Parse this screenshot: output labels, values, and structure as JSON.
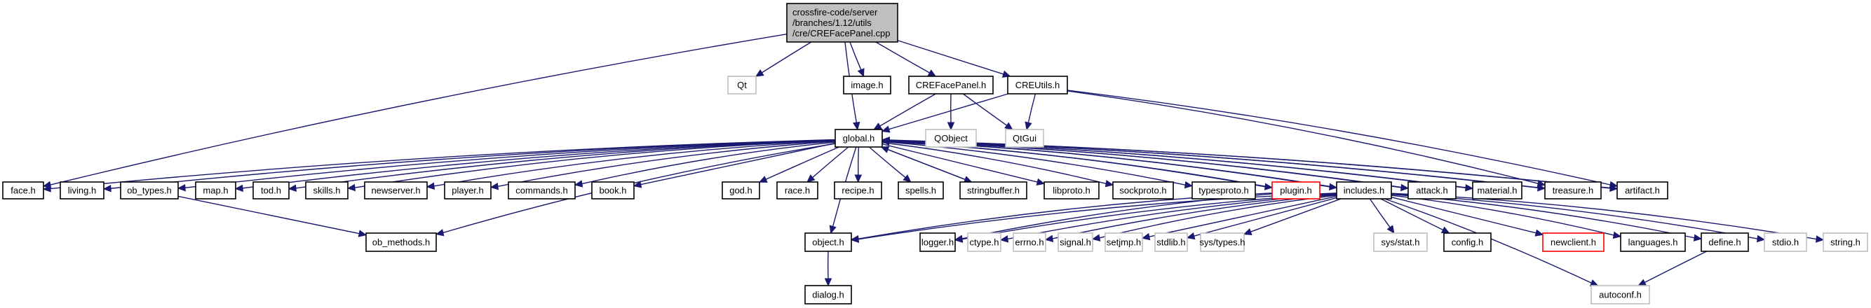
{
  "graph": {
    "title": "crossfire-code/server/branches/1.12/utils/cre/CREFacePanel.cpp include dependency graph",
    "edge_color": "#191970",
    "nodes": [
      {
        "id": "root",
        "label": [
          "crossfire-code/server",
          "/branches/1.12/utils",
          "/cre/CREFacePanel.cpp"
        ],
        "kind": "root"
      },
      {
        "id": "Qt",
        "label": [
          "Qt"
        ],
        "kind": "external"
      },
      {
        "id": "image.h",
        "label": [
          "image.h"
        ],
        "kind": "normal"
      },
      {
        "id": "CREFacePanel.h",
        "label": [
          "CREFacePanel.h"
        ],
        "kind": "normal"
      },
      {
        "id": "CREUtils.h",
        "label": [
          "CREUtils.h"
        ],
        "kind": "normal"
      },
      {
        "id": "global.h",
        "label": [
          "global.h"
        ],
        "kind": "normal"
      },
      {
        "id": "QObject",
        "label": [
          "QObject"
        ],
        "kind": "external"
      },
      {
        "id": "QtGui",
        "label": [
          "QtGui"
        ],
        "kind": "external"
      },
      {
        "id": "face.h",
        "label": [
          "face.h"
        ],
        "kind": "normal"
      },
      {
        "id": "living.h",
        "label": [
          "living.h"
        ],
        "kind": "normal"
      },
      {
        "id": "ob_types.h",
        "label": [
          "ob_types.h"
        ],
        "kind": "normal"
      },
      {
        "id": "map.h",
        "label": [
          "map.h"
        ],
        "kind": "normal"
      },
      {
        "id": "tod.h",
        "label": [
          "tod.h"
        ],
        "kind": "normal"
      },
      {
        "id": "skills.h",
        "label": [
          "skills.h"
        ],
        "kind": "normal"
      },
      {
        "id": "newserver.h",
        "label": [
          "newserver.h"
        ],
        "kind": "normal"
      },
      {
        "id": "player.h",
        "label": [
          "player.h"
        ],
        "kind": "normal"
      },
      {
        "id": "commands.h",
        "label": [
          "commands.h"
        ],
        "kind": "normal"
      },
      {
        "id": "book.h",
        "label": [
          "book.h"
        ],
        "kind": "normal"
      },
      {
        "id": "god.h",
        "label": [
          "god.h"
        ],
        "kind": "normal"
      },
      {
        "id": "race.h",
        "label": [
          "race.h"
        ],
        "kind": "normal"
      },
      {
        "id": "recipe.h",
        "label": [
          "recipe.h"
        ],
        "kind": "normal"
      },
      {
        "id": "spells.h",
        "label": [
          "spells.h"
        ],
        "kind": "normal"
      },
      {
        "id": "stringbuffer.h",
        "label": [
          "stringbuffer.h"
        ],
        "kind": "normal"
      },
      {
        "id": "libproto.h",
        "label": [
          "libproto.h"
        ],
        "kind": "normal"
      },
      {
        "id": "sockproto.h",
        "label": [
          "sockproto.h"
        ],
        "kind": "normal"
      },
      {
        "id": "typesproto.h",
        "label": [
          "typesproto.h"
        ],
        "kind": "normal"
      },
      {
        "id": "plugin.h",
        "label": [
          "plugin.h"
        ],
        "kind": "missing"
      },
      {
        "id": "includes.h",
        "label": [
          "includes.h"
        ],
        "kind": "normal"
      },
      {
        "id": "attack.h",
        "label": [
          "attack.h"
        ],
        "kind": "normal"
      },
      {
        "id": "material.h",
        "label": [
          "material.h"
        ],
        "kind": "normal"
      },
      {
        "id": "treasure.h",
        "label": [
          "treasure.h"
        ],
        "kind": "normal"
      },
      {
        "id": "artifact.h",
        "label": [
          "artifact.h"
        ],
        "kind": "normal"
      },
      {
        "id": "ob_methods.h",
        "label": [
          "ob_methods.h"
        ],
        "kind": "normal"
      },
      {
        "id": "object.h",
        "label": [
          "object.h"
        ],
        "kind": "normal"
      },
      {
        "id": "logger.h",
        "label": [
          "logger.h"
        ],
        "kind": "normal"
      },
      {
        "id": "ctype.h",
        "label": [
          "ctype.h"
        ],
        "kind": "external"
      },
      {
        "id": "errno.h",
        "label": [
          "errno.h"
        ],
        "kind": "external"
      },
      {
        "id": "signal.h",
        "label": [
          "signal.h"
        ],
        "kind": "external"
      },
      {
        "id": "setjmp.h",
        "label": [
          "setjmp.h"
        ],
        "kind": "external"
      },
      {
        "id": "stdlib.h",
        "label": [
          "stdlib.h"
        ],
        "kind": "external"
      },
      {
        "id": "sys/types.h",
        "label": [
          "sys/types.h"
        ],
        "kind": "external"
      },
      {
        "id": "sys/stat.h",
        "label": [
          "sys/stat.h"
        ],
        "kind": "external"
      },
      {
        "id": "config.h",
        "label": [
          "config.h"
        ],
        "kind": "normal"
      },
      {
        "id": "newclient.h",
        "label": [
          "newclient.h"
        ],
        "kind": "missing"
      },
      {
        "id": "languages.h",
        "label": [
          "languages.h"
        ],
        "kind": "normal"
      },
      {
        "id": "define.h",
        "label": [
          "define.h"
        ],
        "kind": "normal"
      },
      {
        "id": "stdio.h",
        "label": [
          "stdio.h"
        ],
        "kind": "external"
      },
      {
        "id": "string.h",
        "label": [
          "string.h"
        ],
        "kind": "external"
      },
      {
        "id": "dialog.h",
        "label": [
          "dialog.h"
        ],
        "kind": "normal"
      },
      {
        "id": "autoconf.h",
        "label": [
          "autoconf.h"
        ],
        "kind": "external"
      }
    ],
    "edges": [
      [
        "root",
        "Qt"
      ],
      [
        "root",
        "image.h"
      ],
      [
        "root",
        "CREFacePanel.h"
      ],
      [
        "root",
        "CREUtils.h"
      ],
      [
        "root",
        "global.h"
      ],
      [
        "root",
        "face.h"
      ],
      [
        "CREFacePanel.h",
        "global.h"
      ],
      [
        "CREFacePanel.h",
        "QObject"
      ],
      [
        "CREFacePanel.h",
        "QtGui"
      ],
      [
        "CREUtils.h",
        "global.h"
      ],
      [
        "CREUtils.h",
        "QtGui"
      ],
      [
        "CREUtils.h",
        "treasure.h"
      ],
      [
        "CREUtils.h",
        "artifact.h"
      ],
      [
        "global.h",
        "face.h"
      ],
      [
        "global.h",
        "living.h"
      ],
      [
        "global.h",
        "ob_types.h"
      ],
      [
        "global.h",
        "map.h"
      ],
      [
        "global.h",
        "tod.h"
      ],
      [
        "global.h",
        "skills.h"
      ],
      [
        "global.h",
        "newserver.h"
      ],
      [
        "global.h",
        "player.h"
      ],
      [
        "global.h",
        "commands.h"
      ],
      [
        "global.h",
        "book.h"
      ],
      [
        "global.h",
        "god.h"
      ],
      [
        "global.h",
        "race.h"
      ],
      [
        "global.h",
        "recipe.h"
      ],
      [
        "global.h",
        "spells.h"
      ],
      [
        "global.h",
        "stringbuffer.h"
      ],
      [
        "global.h",
        "libproto.h"
      ],
      [
        "global.h",
        "sockproto.h"
      ],
      [
        "global.h",
        "typesproto.h"
      ],
      [
        "global.h",
        "plugin.h"
      ],
      [
        "global.h",
        "includes.h"
      ],
      [
        "global.h",
        "attack.h"
      ],
      [
        "global.h",
        "material.h"
      ],
      [
        "global.h",
        "treasure.h"
      ],
      [
        "global.h",
        "artifact.h"
      ],
      [
        "global.h",
        "ob_methods.h"
      ],
      [
        "global.h",
        "object.h"
      ],
      [
        "stringbuffer.h",
        "global.h"
      ],
      [
        "plugin.h",
        "global.h"
      ],
      [
        "includes.h",
        "global.h"
      ],
      [
        "attack.h",
        "global.h"
      ],
      [
        "material.h",
        "global.h"
      ],
      [
        "treasure.h",
        "global.h"
      ],
      [
        "artifact.h",
        "global.h"
      ],
      [
        "ob_types.h",
        "ob_methods.h"
      ],
      [
        "object.h",
        "dialog.h"
      ],
      [
        "plugin.h",
        "logger.h"
      ],
      [
        "plugin.h",
        "object.h"
      ],
      [
        "includes.h",
        "logger.h"
      ],
      [
        "includes.h",
        "ctype.h"
      ],
      [
        "includes.h",
        "errno.h"
      ],
      [
        "includes.h",
        "signal.h"
      ],
      [
        "includes.h",
        "setjmp.h"
      ],
      [
        "includes.h",
        "stdlib.h"
      ],
      [
        "includes.h",
        "sys/types.h"
      ],
      [
        "includes.h",
        "sys/stat.h"
      ],
      [
        "includes.h",
        "config.h"
      ],
      [
        "includes.h",
        "newclient.h"
      ],
      [
        "includes.h",
        "languages.h"
      ],
      [
        "includes.h",
        "define.h"
      ],
      [
        "includes.h",
        "stdio.h"
      ],
      [
        "includes.h",
        "string.h"
      ],
      [
        "includes.h",
        "autoconf.h"
      ],
      [
        "includes.h",
        "object.h"
      ],
      [
        "define.h",
        "autoconf.h"
      ]
    ]
  }
}
